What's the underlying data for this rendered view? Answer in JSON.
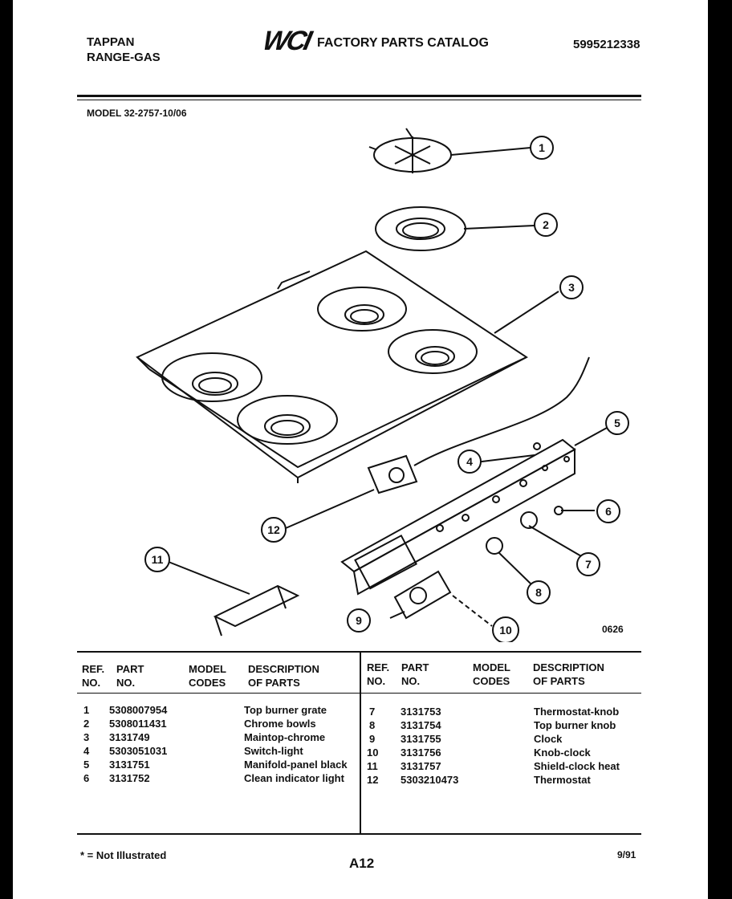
{
  "header": {
    "brand_line1": "TAPPAN",
    "brand_line2": "RANGE-GAS",
    "logo_text": "WCI",
    "catalog_title": "FACTORY PARTS CATALOG",
    "catalog_number": "5995212338",
    "model_label": "MODEL 32-2757-10/06"
  },
  "diagram": {
    "code": "0626",
    "callouts": [
      "1",
      "2",
      "3",
      "4",
      "5",
      "6",
      "7",
      "8",
      "9",
      "10",
      "11",
      "12"
    ]
  },
  "table": {
    "headers": {
      "ref_1": "REF.",
      "ref_2": "NO.",
      "part_1": "PART",
      "part_2": "NO.",
      "model_1": "MODEL",
      "model_2": "CODES",
      "desc_1": "DESCRIPTION",
      "desc_2": "OF PARTS"
    },
    "left_rows": [
      {
        "ref": "1",
        "part": "5308007954",
        "desc": "Top burner grate"
      },
      {
        "ref": "2",
        "part": "5308011431",
        "desc": "Chrome bowls"
      },
      {
        "ref": "3",
        "part": "3131749",
        "desc": "Maintop-chrome"
      },
      {
        "ref": "4",
        "part": "5303051031",
        "desc": "Switch-light"
      },
      {
        "ref": "5",
        "part": "3131751",
        "desc": "Manifold-panel black"
      },
      {
        "ref": "6",
        "part": "3131752",
        "desc": "Clean indicator light"
      }
    ],
    "right_rows": [
      {
        "ref": "7",
        "part": "3131753",
        "desc": "Thermostat-knob"
      },
      {
        "ref": "8",
        "part": "3131754",
        "desc": "Top burner knob"
      },
      {
        "ref": "9",
        "part": "3131755",
        "desc": "Clock"
      },
      {
        "ref": "10",
        "part": "3131756",
        "desc": "Knob-clock"
      },
      {
        "ref": "11",
        "part": "3131757",
        "desc": "Shield-clock heat"
      },
      {
        "ref": "12",
        "part": "5303210473",
        "desc": "Thermostat"
      }
    ]
  },
  "footer": {
    "note": "* = Not Illustrated",
    "page": "A12",
    "date": "9/91"
  }
}
